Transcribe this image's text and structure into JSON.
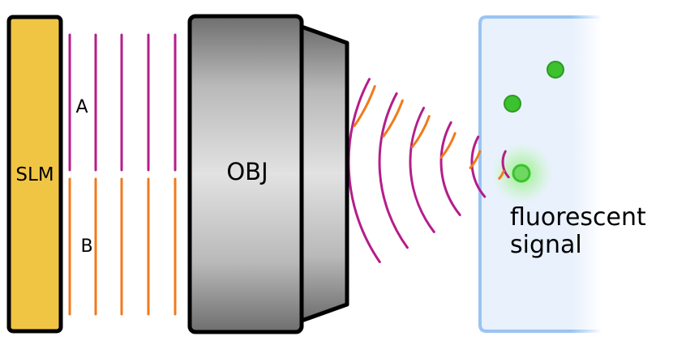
{
  "slm_label": "SLM",
  "objective_label": "OBJ",
  "beam_a_label": "A",
  "beam_b_label": "B",
  "signal_label_line1": "fluorescent",
  "signal_label_line2": "signal",
  "colors": {
    "slm_fill": "#f0c544",
    "objective_fill": "#b7b7b7",
    "beam_a": "#b51d8a",
    "beam_b": "#f07a1c",
    "sample_fill": "#e6f0fb",
    "sample_border": "#9ac4f2",
    "particle": "#3cc12f",
    "glow": "#9bf08a"
  }
}
